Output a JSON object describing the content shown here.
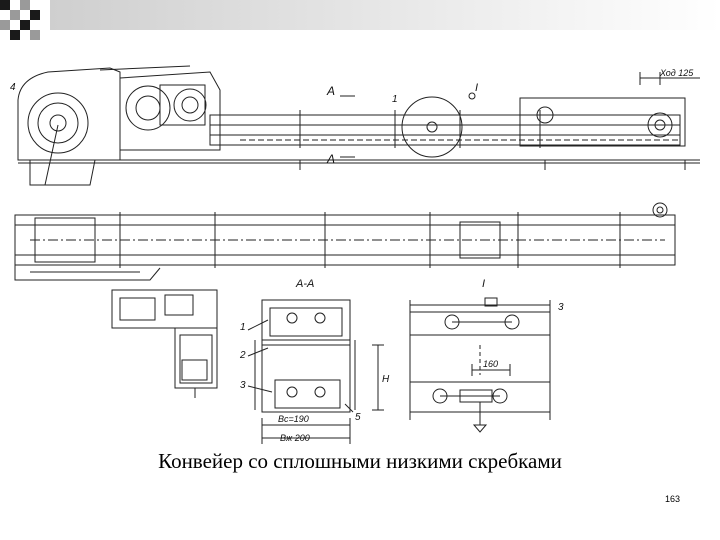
{
  "slide": {
    "caption": "Конвейер со сплошными низкими скребками",
    "page_number": "163"
  },
  "drawing": {
    "labels": {
      "callout_4": "4",
      "callout_1_top": "1",
      "section_a_top": "А",
      "section_a_bottom": "А",
      "view_i_top": "I",
      "stroke_label": "Ход 125",
      "section_title": "А-А",
      "detail_title": "I",
      "callout_1_section": "1",
      "callout_2_section": "2",
      "callout_3_section": "3",
      "callout_5_section": "5",
      "callout_3_detail": "3",
      "dim_h": "H",
      "dim_bc": "Bc=190",
      "dim_bw": "Bж 200",
      "dim_160": "160"
    }
  }
}
